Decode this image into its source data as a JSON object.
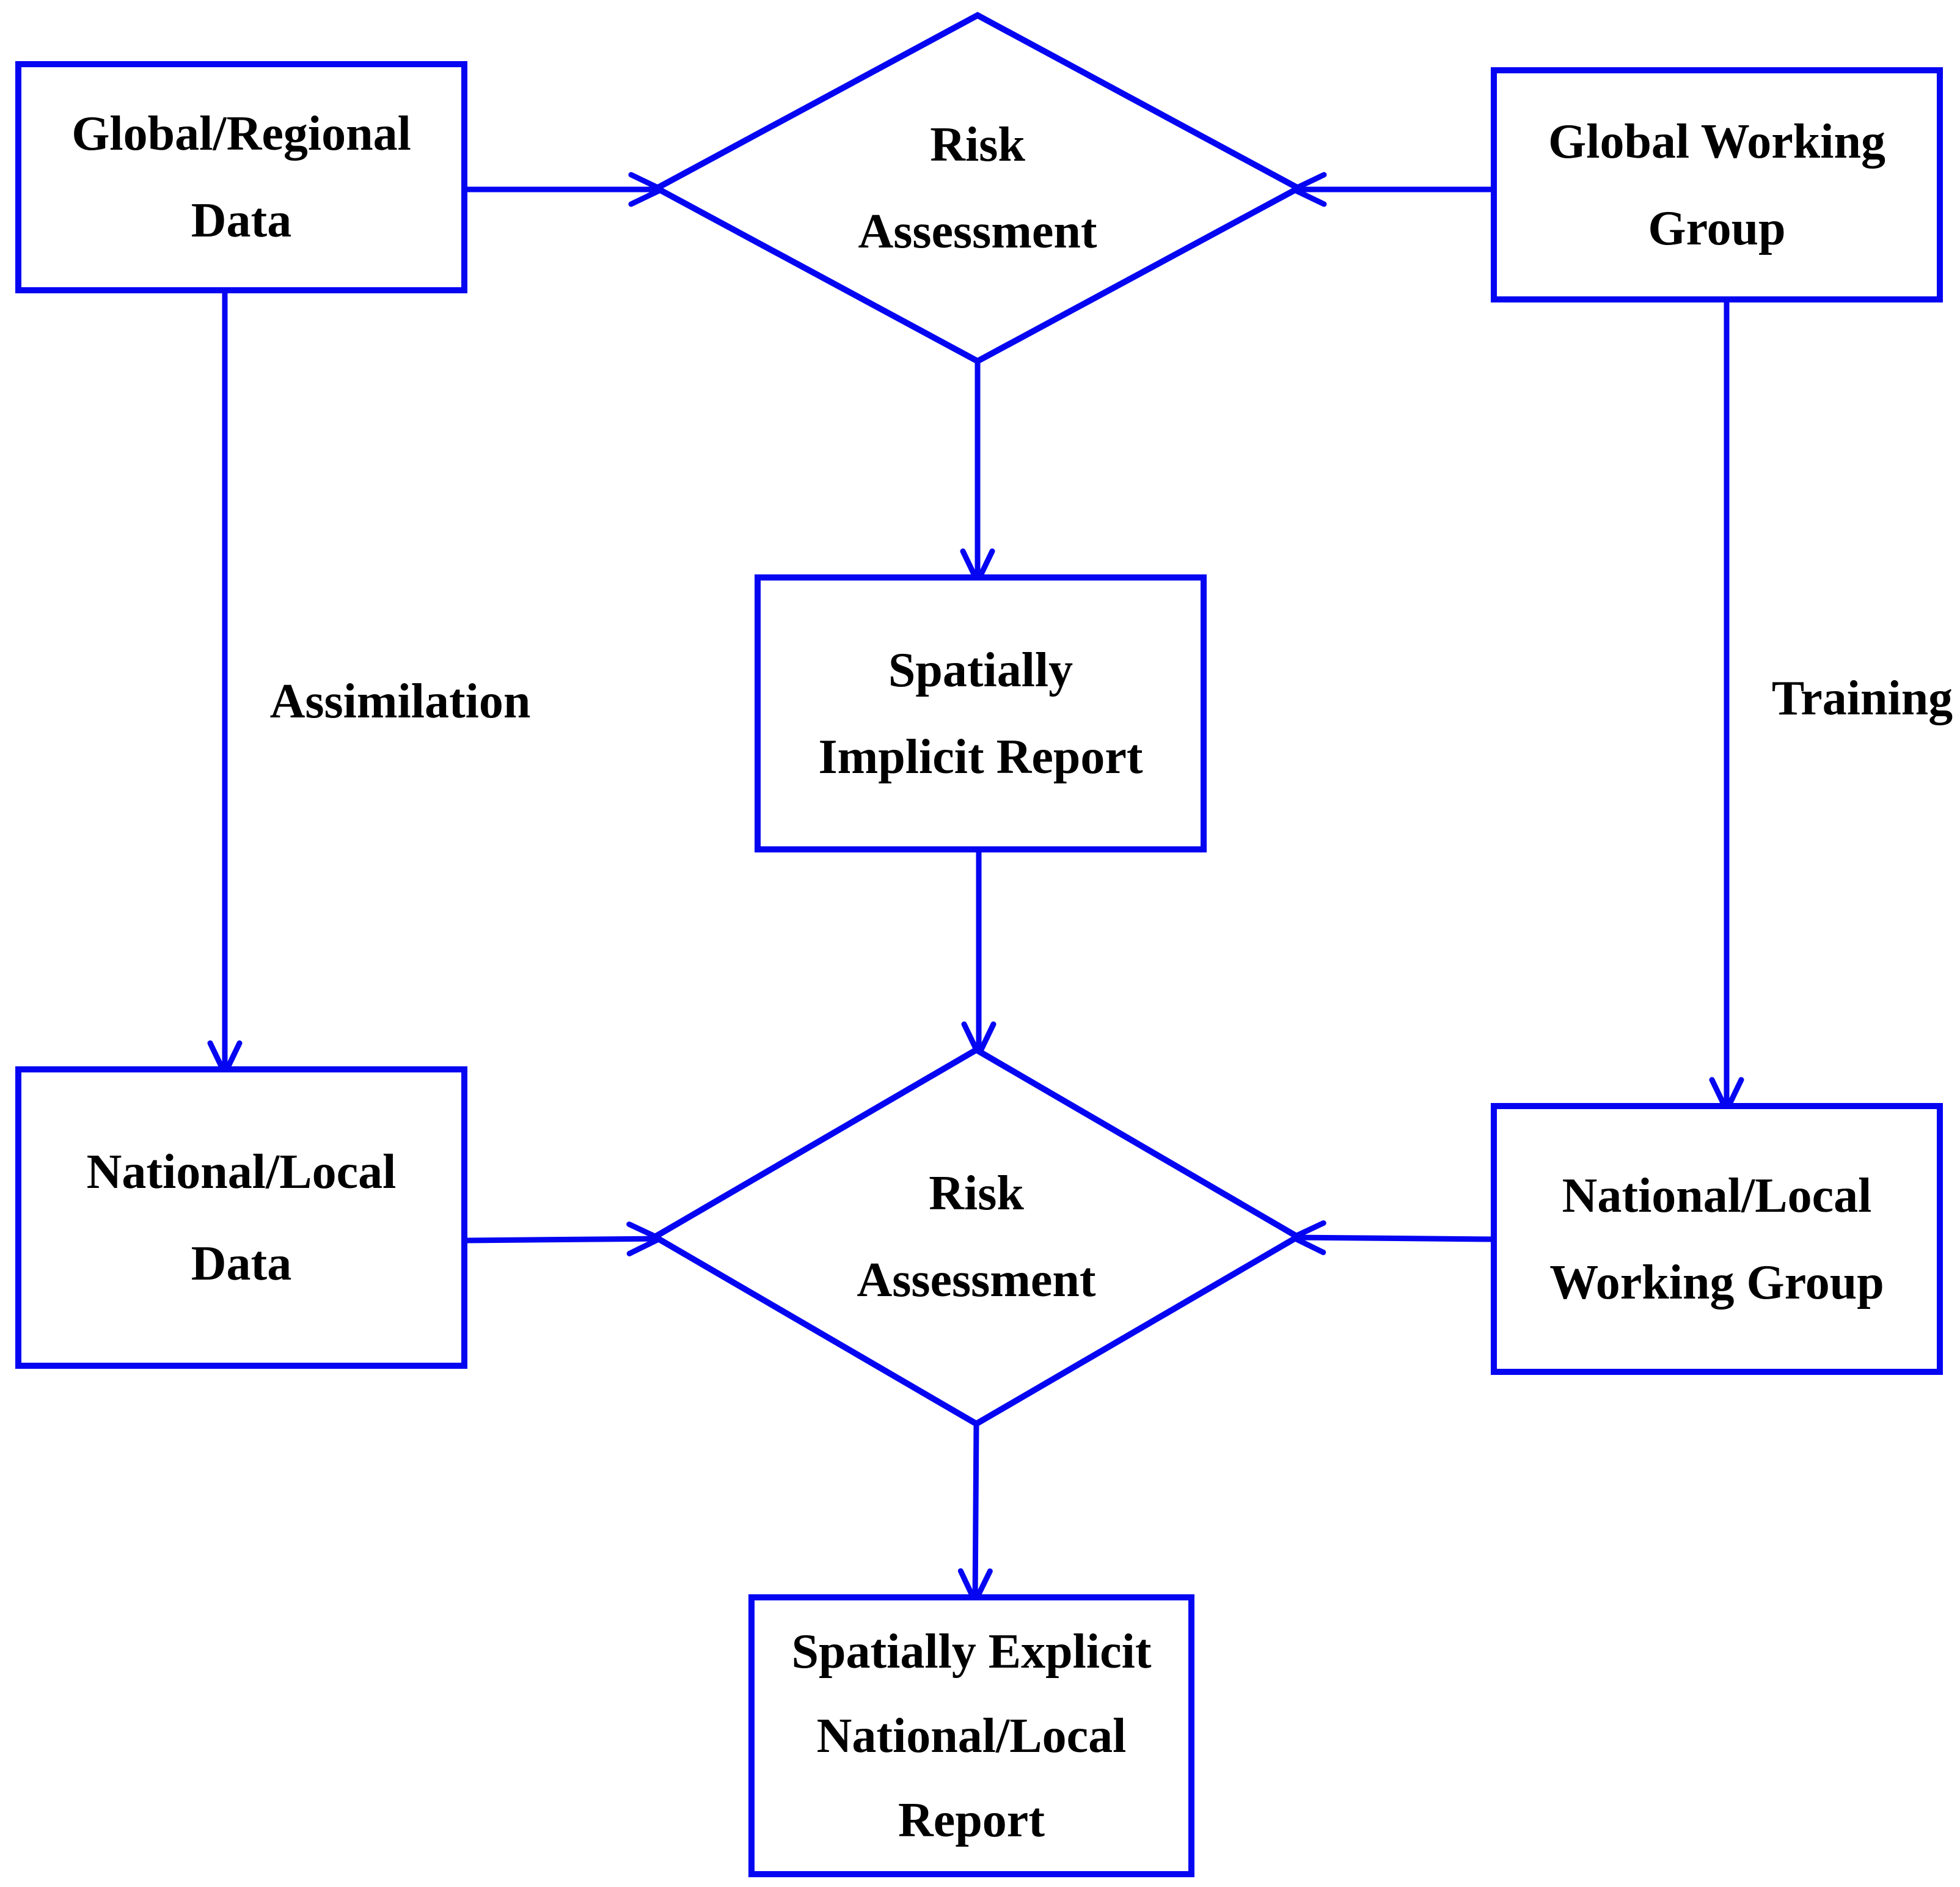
{
  "diagram": {
    "title_hint": "risk assessment workflow flowchart",
    "colors": {
      "accent_blue": "#0505f2",
      "text_black": "#000000",
      "background": "#ffffff"
    },
    "nodes": {
      "top_left": {
        "type": "box",
        "lines": [
          "Global/Regional",
          "Data"
        ]
      },
      "top_right": {
        "type": "box",
        "lines": [
          "Global Working",
          "Group"
        ]
      },
      "diamond_top": {
        "type": "decision",
        "lines": [
          "Risk",
          "Assessment"
        ]
      },
      "middle": {
        "type": "box",
        "lines": [
          "Spatially",
          "Implicit Report"
        ]
      },
      "bottom_left": {
        "type": "box",
        "lines": [
          "National/Local",
          "Data"
        ]
      },
      "bottom_right": {
        "type": "box",
        "lines": [
          "National/Local",
          "Working Group"
        ]
      },
      "diamond_bottom": {
        "type": "decision",
        "lines": [
          "Risk",
          "Assessment"
        ]
      },
      "bottom": {
        "type": "box",
        "lines": [
          "Spatially Explicit",
          "National/Local",
          "Report"
        ]
      }
    },
    "edge_labels": {
      "assimilation": "Assimilation",
      "training": "Training"
    }
  }
}
